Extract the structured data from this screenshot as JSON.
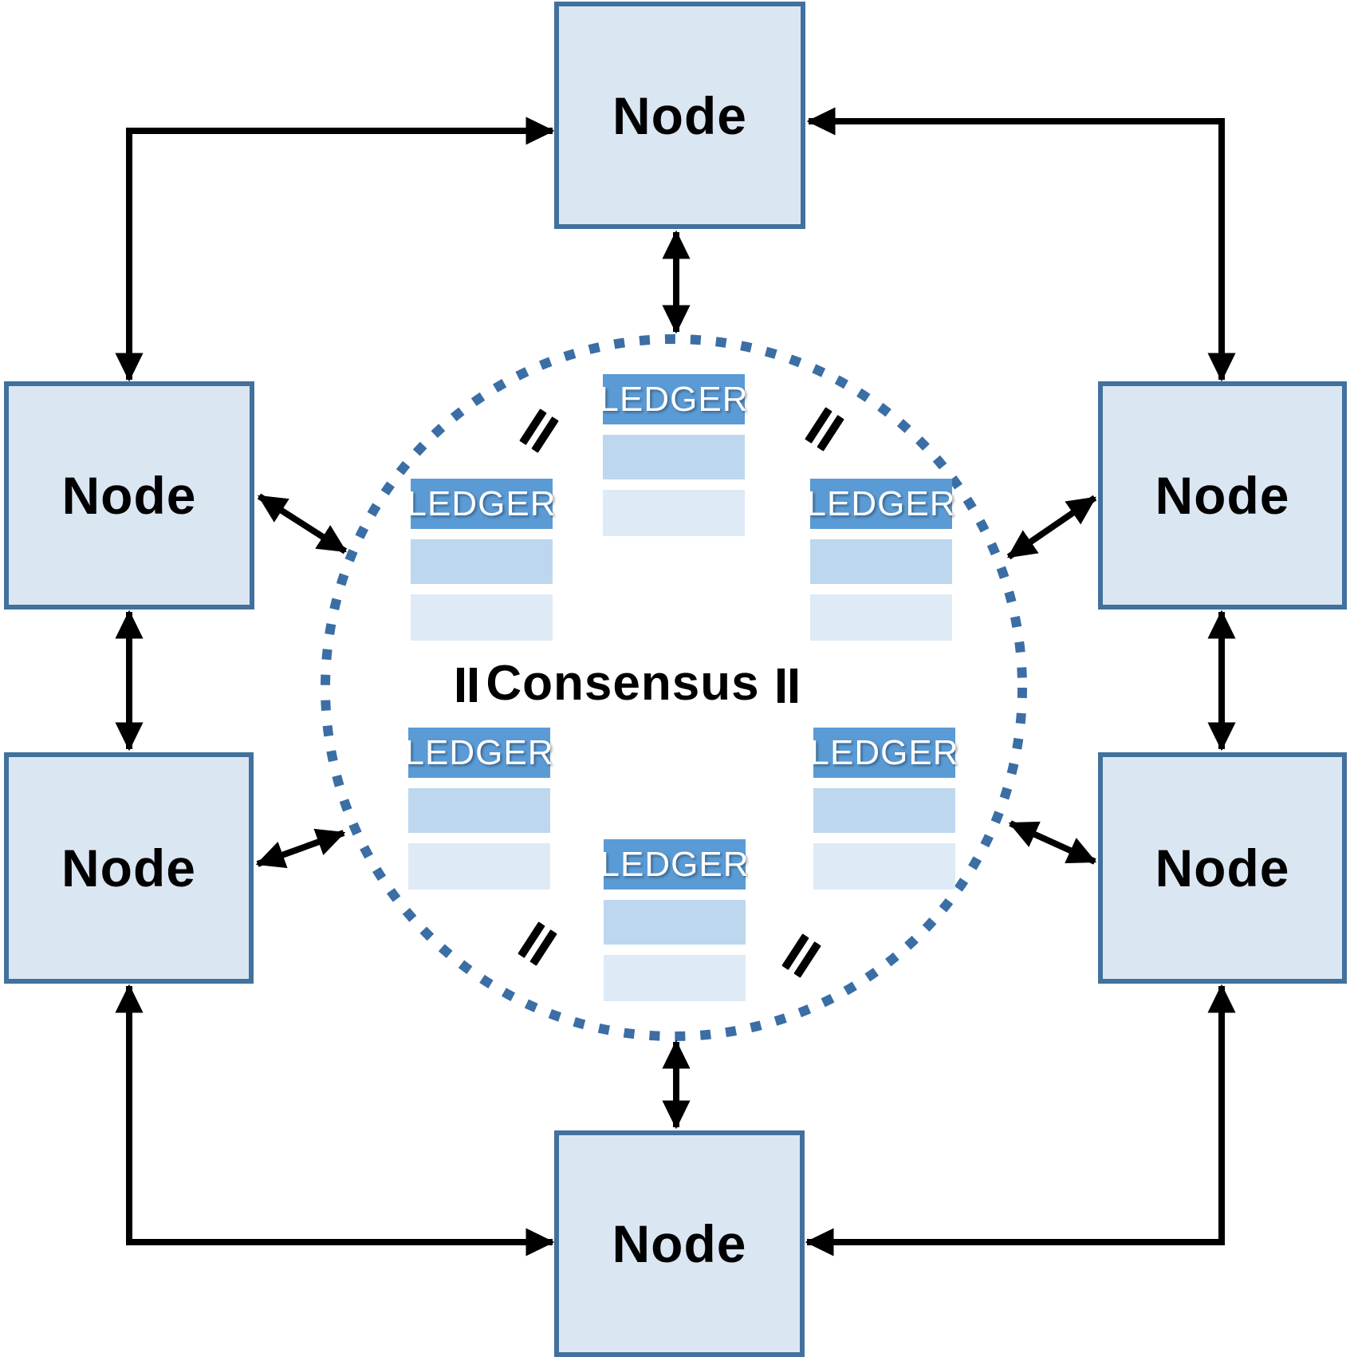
{
  "diagram": {
    "consensus_label": "Consensus",
    "nodes": [
      {
        "id": "top",
        "label": "Node"
      },
      {
        "id": "left-upper",
        "label": "Node"
      },
      {
        "id": "right-upper",
        "label": "Node"
      },
      {
        "id": "left-lower",
        "label": "Node"
      },
      {
        "id": "right-lower",
        "label": "Node"
      },
      {
        "id": "bottom",
        "label": "Node"
      }
    ],
    "ledgers": [
      {
        "id": "top-center",
        "label": "LEDGER"
      },
      {
        "id": "mid-left",
        "label": "LEDGER"
      },
      {
        "id": "mid-right",
        "label": "LEDGER"
      },
      {
        "id": "lower-left",
        "label": "LEDGER"
      },
      {
        "id": "lower-right",
        "label": "LEDGER"
      },
      {
        "id": "bottom-center",
        "label": "LEDGER"
      }
    ],
    "colors": {
      "node_fill": "#dbe6f3",
      "node_border": "#41719c",
      "ledger_header": "#5b9bd5",
      "ledger_row1": "#bdd7ee",
      "ledger_row2": "#deeaf6",
      "dotted_circle": "#3b6ea5",
      "arrow": "#000000",
      "text": "#000000",
      "ledger_text": "#ffffff"
    }
  }
}
